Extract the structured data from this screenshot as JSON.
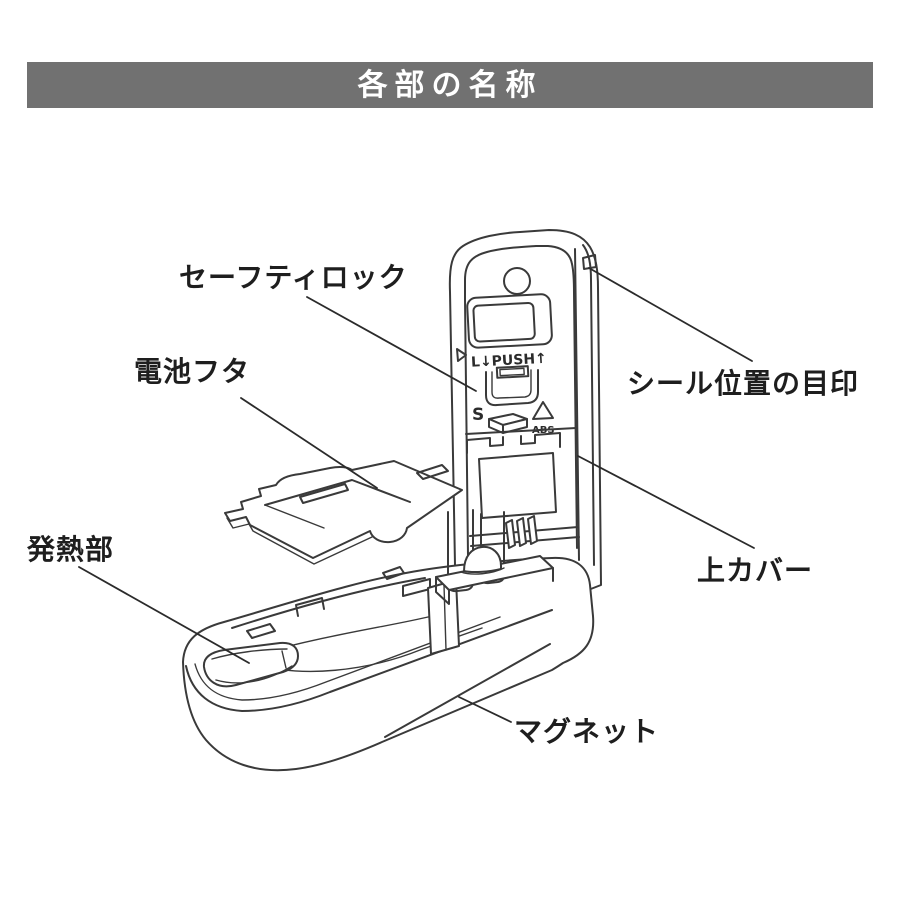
{
  "header": {
    "title": "各部の名称",
    "bg_color": "#717171",
    "text_color": "#ffffff"
  },
  "diagram": {
    "line_color": "#3a3a3a",
    "device_markings": {
      "push_label": "L↓PUSH↑",
      "s_label": "S",
      "abs_label": "ABS"
    },
    "labels": [
      {
        "id": "safety-lock",
        "text": "セーフティロック"
      },
      {
        "id": "battery-cover",
        "text": "電池フタ"
      },
      {
        "id": "heating-part",
        "text": "発熱部"
      },
      {
        "id": "seal-position-mark",
        "text": "シール位置の目印"
      },
      {
        "id": "top-cover",
        "text": "上カバー"
      },
      {
        "id": "magnet",
        "text": "マグネット"
      }
    ]
  }
}
